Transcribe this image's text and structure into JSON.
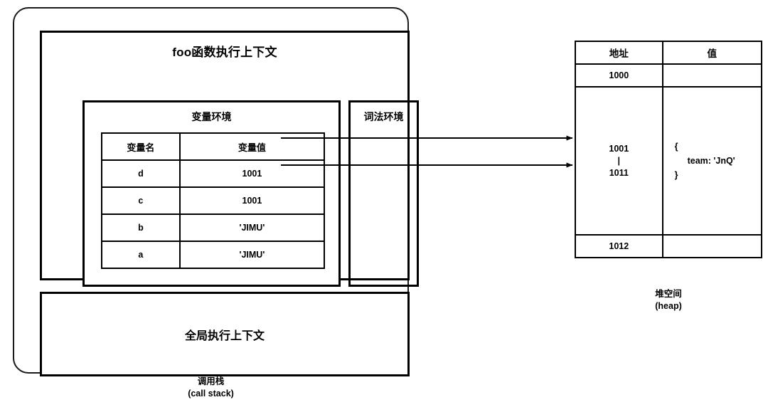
{
  "call_stack": {
    "caption_line1": "调用栈",
    "caption_line2": "(call stack)",
    "foo_context": {
      "title": "foo函数执行上下文",
      "variable_environment": {
        "title": "变量环境",
        "table": {
          "headers": [
            "变量名",
            "变量值"
          ],
          "rows": [
            {
              "name": "d",
              "value": "1001"
            },
            {
              "name": "c",
              "value": "1001"
            },
            {
              "name": "b",
              "value": "'JIMU'"
            },
            {
              "name": "a",
              "value": "'JIMU'"
            }
          ]
        }
      },
      "lexical_environment": {
        "title": "词法环境"
      }
    },
    "global_context": {
      "title": "全局执行上下文"
    }
  },
  "heap": {
    "caption_line1": "堆空间",
    "caption_line2": "(heap)",
    "table": {
      "headers": [
        "地址",
        "值"
      ],
      "rows": [
        {
          "address": "1000",
          "value": ""
        },
        {
          "address": "1001\n|\n1011",
          "value_open": "{",
          "value_body": "team: 'JnQ'",
          "value_close": "}"
        },
        {
          "address": "1012",
          "value": ""
        }
      ]
    }
  },
  "arrows": [
    {
      "from": "variable-value-d",
      "to": "heap-row-1001-1011"
    },
    {
      "from": "variable-value-c",
      "to": "heap-row-1001-1011"
    }
  ],
  "colors": {
    "stroke": "#000000",
    "outer_stroke": "#1a1a1a",
    "background": "#ffffff"
  }
}
